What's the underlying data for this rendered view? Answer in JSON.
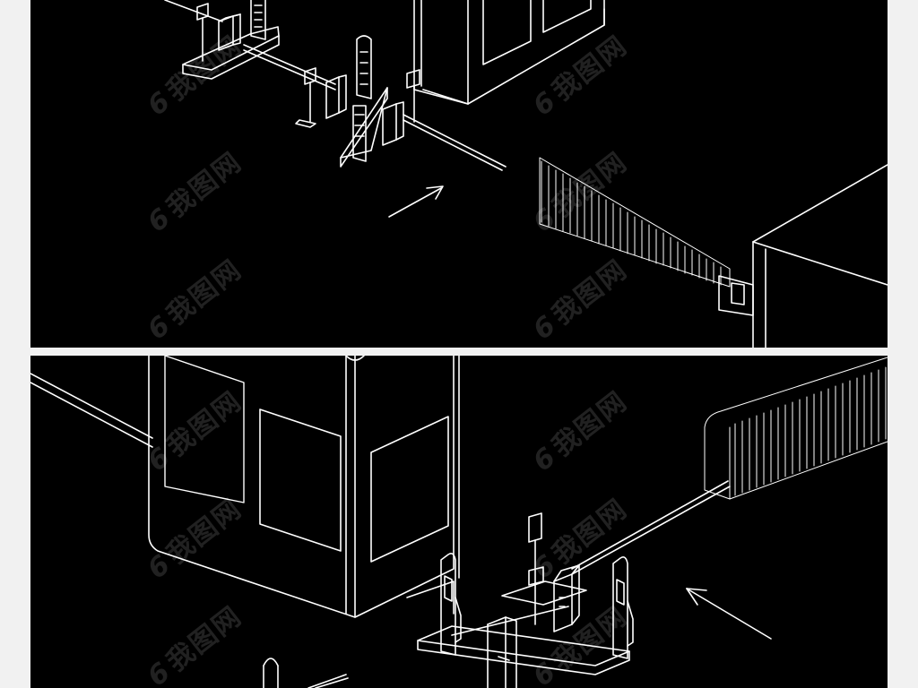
{
  "figure": {
    "panels": [
      {
        "id": "top"
      },
      {
        "id": "bottom"
      }
    ],
    "watermark": {
      "mark": "6",
      "text": "我图网"
    },
    "colors": {
      "background": "#000000",
      "line": "#ffffff",
      "page": "#f1f1f1",
      "watermark": "rgba(255,255,255,0.13)"
    }
  }
}
